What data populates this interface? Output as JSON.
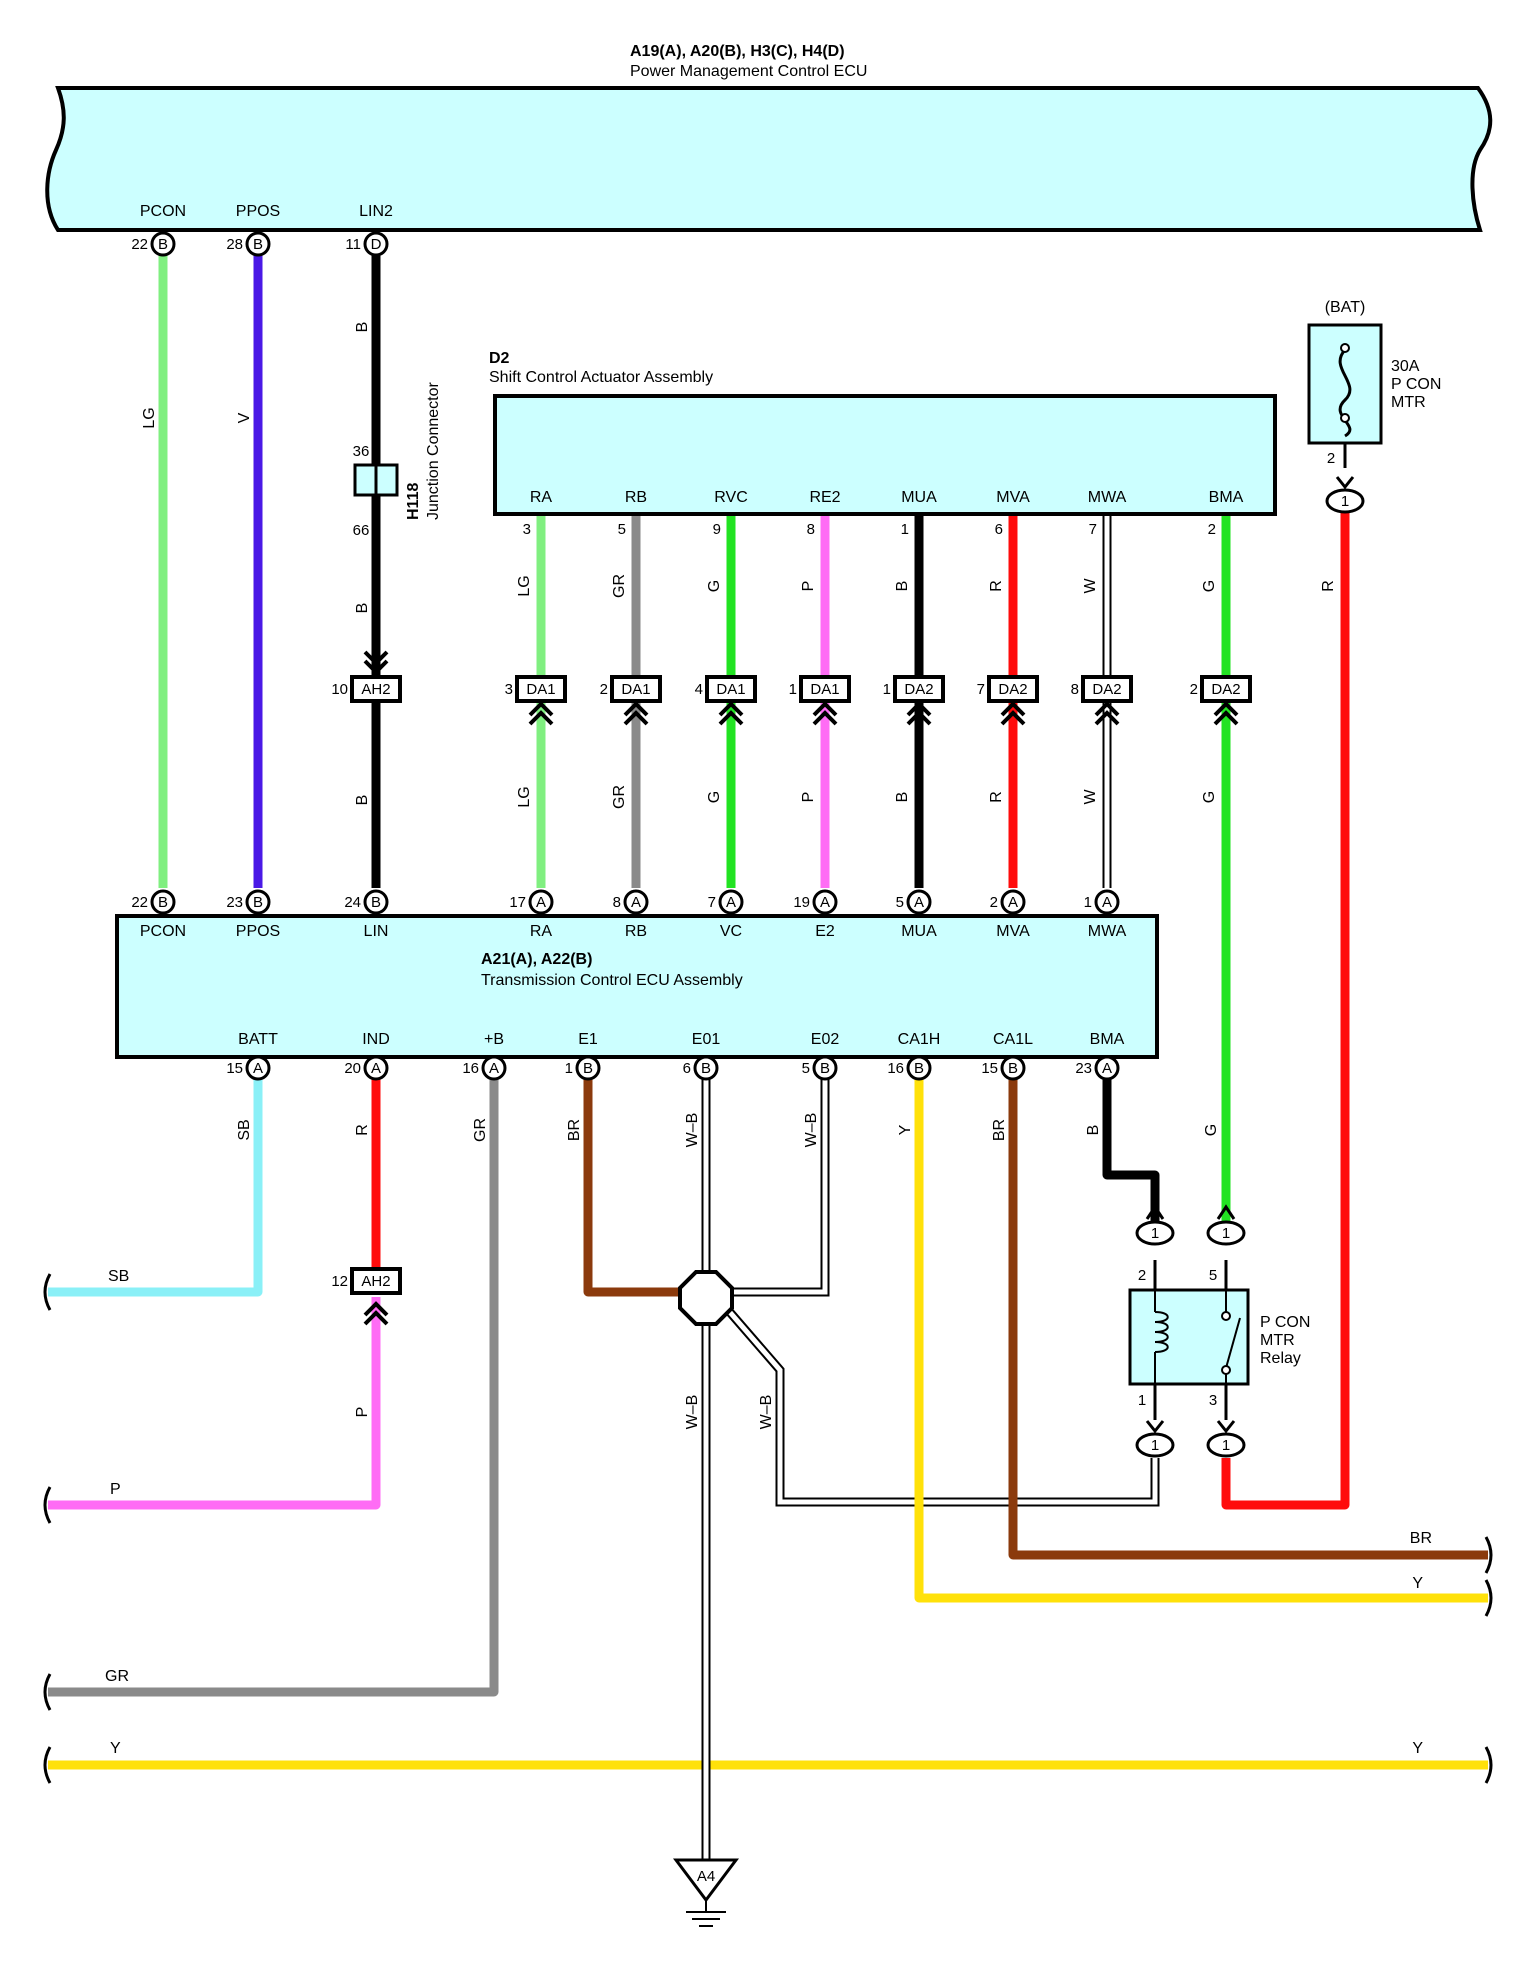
{
  "colors": {
    "ecu_fill": "#ccffff",
    "LG": "#80ef80",
    "V": "#4a19e6",
    "B": "#000000",
    "GR": "#8a8a8a",
    "G": "#22e322",
    "P": "#ff6cf5",
    "R": "#ff0c0c",
    "W": "#ffffff",
    "SB": "#8af0f7",
    "BR": "#8b3a0c",
    "Y": "#ffe10a"
  },
  "pm_ecu": {
    "code": "A19(A), A20(B), H3(C), H4(D)",
    "name": "Power Management Control ECU",
    "terminals": [
      {
        "name": "PCON",
        "pin": "22",
        "conn": "B"
      },
      {
        "name": "PPOS",
        "pin": "28",
        "conn": "B"
      },
      {
        "name": "LIN2",
        "pin": "11",
        "conn": "D"
      }
    ]
  },
  "junction": {
    "code": "H118",
    "name": "Junction Connector",
    "pin_top": "36",
    "pin_bottom": "66"
  },
  "actuator": {
    "code": "D2",
    "name": "Shift Control Actuator Assembly",
    "terminals": [
      {
        "name": "RA",
        "pin": "3",
        "color": "LG"
      },
      {
        "name": "RB",
        "pin": "5",
        "color": "GR"
      },
      {
        "name": "RVC",
        "pin": "9",
        "color": "G"
      },
      {
        "name": "RE2",
        "pin": "8",
        "color": "P"
      },
      {
        "name": "MUA",
        "pin": "1",
        "color": "B"
      },
      {
        "name": "MVA",
        "pin": "6",
        "color": "R"
      },
      {
        "name": "MWA",
        "pin": "7",
        "color": "W"
      },
      {
        "name": "BMA",
        "pin": "2",
        "color": "G"
      }
    ]
  },
  "inline_connectors": [
    {
      "pin": "10",
      "code": "AH2"
    },
    {
      "pin": "3",
      "code": "DA1"
    },
    {
      "pin": "2",
      "code": "DA1"
    },
    {
      "pin": "4",
      "code": "DA1"
    },
    {
      "pin": "1",
      "code": "DA1"
    },
    {
      "pin": "1",
      "code": "DA2"
    },
    {
      "pin": "7",
      "code": "DA2"
    },
    {
      "pin": "8",
      "code": "DA2"
    },
    {
      "pin": "2",
      "code": "DA2"
    },
    {
      "pin": "12",
      "code": "AH2"
    }
  ],
  "tc_ecu": {
    "code": "A21(A), A22(B)",
    "name": "Transmission Control ECU Assembly",
    "top_terminals": [
      {
        "name": "PCON",
        "pin": "22",
        "conn": "B"
      },
      {
        "name": "PPOS",
        "pin": "23",
        "conn": "B"
      },
      {
        "name": "LIN",
        "pin": "24",
        "conn": "B"
      },
      {
        "name": "RA",
        "pin": "17",
        "conn": "A"
      },
      {
        "name": "RB",
        "pin": "8",
        "conn": "A"
      },
      {
        "name": "VC",
        "pin": "7",
        "conn": "A"
      },
      {
        "name": "E2",
        "pin": "19",
        "conn": "A"
      },
      {
        "name": "MUA",
        "pin": "5",
        "conn": "A"
      },
      {
        "name": "MVA",
        "pin": "2",
        "conn": "A"
      },
      {
        "name": "MWA",
        "pin": "1",
        "conn": "A"
      }
    ],
    "bottom_terminals": [
      {
        "name": "BATT",
        "pin": "15",
        "conn": "A"
      },
      {
        "name": "IND",
        "pin": "20",
        "conn": "A"
      },
      {
        "name": "+B",
        "pin": "16",
        "conn": "A"
      },
      {
        "name": "E1",
        "pin": "1",
        "conn": "B"
      },
      {
        "name": "E01",
        "pin": "6",
        "conn": "B"
      },
      {
        "name": "E02",
        "pin": "5",
        "conn": "B"
      },
      {
        "name": "CA1H",
        "pin": "16",
        "conn": "B"
      },
      {
        "name": "CA1L",
        "pin": "15",
        "conn": "B"
      },
      {
        "name": "BMA",
        "pin": "23",
        "conn": "A"
      }
    ]
  },
  "fuse": {
    "label": "(BAT)",
    "rating": "30A",
    "name_line1": "P CON",
    "name_line2": "MTR",
    "pin": "2",
    "conn": "1"
  },
  "relay": {
    "name_line1": "P CON",
    "name_line2": "MTR",
    "name_line3": "Relay",
    "pins": {
      "coil_top": "2",
      "switch_top": "5",
      "coil_bottom": "1",
      "switch_bottom": "3"
    },
    "conn": "1"
  },
  "ground": {
    "code": "A4"
  },
  "wire_labels": {
    "LG": "LG",
    "V": "V",
    "B": "B",
    "GR": "GR",
    "G": "G",
    "P": "P",
    "R": "R",
    "W": "W",
    "SB": "SB",
    "BR": "BR",
    "Y": "Y",
    "WB": "W–B"
  }
}
